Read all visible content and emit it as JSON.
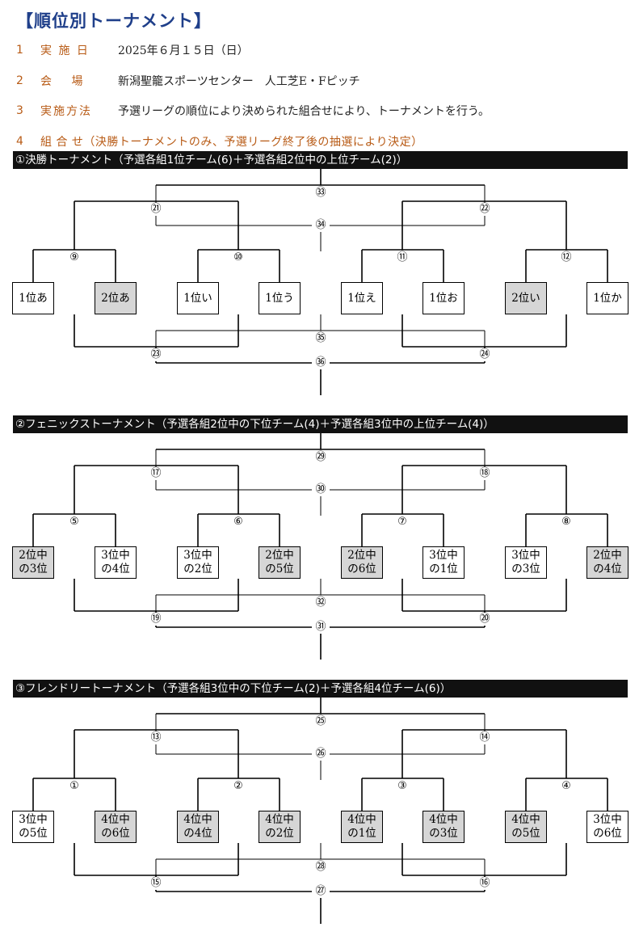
{
  "title": "【順位別トーナメント】",
  "info": [
    {
      "num": "1",
      "label": "実 施 日",
      "value": "2025年６月１５日（日）"
    },
    {
      "num": "2",
      "label": "会　 場",
      "value": "新潟聖籠スポーツセンター　人工芝E・Fピッチ"
    },
    {
      "num": "3",
      "label": "実施方法",
      "value": "予選リーグの順位により決められた組合せにより、トーナメントを行う。"
    },
    {
      "num": "4",
      "label": "組 合 せ",
      "value": "（決勝トーナメントのみ、予選リーグ終了後の抽選により決定）"
    }
  ],
  "tournaments": [
    {
      "header": "①決勝トーナメント（予選各組1位チーム(6)＋予選各組2位中の上位チーム(2)）",
      "teams": [
        {
          "label": "1位あ",
          "gray": false
        },
        {
          "label": "2位あ",
          "gray": true
        },
        {
          "label": "1位い",
          "gray": false
        },
        {
          "label": "1位う",
          "gray": false
        },
        {
          "label": "1位え",
          "gray": false
        },
        {
          "label": "1位お",
          "gray": false
        },
        {
          "label": "2位い",
          "gray": true
        },
        {
          "label": "1位か",
          "gray": false
        }
      ],
      "r1": [
        "⑨",
        "⑩",
        "⑪",
        "⑫"
      ],
      "r2": [
        "㉑",
        "㉒"
      ],
      "top_final": "㉝",
      "top_third": "㉞",
      "low_semis": [
        "㉓",
        "㉔"
      ],
      "low_mid": "㉟",
      "low_final": "㊱"
    },
    {
      "header": "②フェニックストーナメント（予選各組2位中の下位チーム(4)＋予選各組3位中の上位チーム(4)）",
      "teams": [
        {
          "label": "2位中\nの3位",
          "gray": true
        },
        {
          "label": "3位中\nの4位",
          "gray": false
        },
        {
          "label": "3位中\nの2位",
          "gray": false
        },
        {
          "label": "2位中\nの5位",
          "gray": true
        },
        {
          "label": "2位中\nの6位",
          "gray": true
        },
        {
          "label": "3位中\nの1位",
          "gray": false
        },
        {
          "label": "3位中\nの3位",
          "gray": false
        },
        {
          "label": "2位中\nの4位",
          "gray": true
        }
      ],
      "r1": [
        "⑤",
        "⑥",
        "⑦",
        "⑧"
      ],
      "r2": [
        "⑰",
        "⑱"
      ],
      "top_final": "㉙",
      "top_third": "㉚",
      "low_semis": [
        "⑲",
        "⑳"
      ],
      "low_mid": "㉜",
      "low_final": "㉛"
    },
    {
      "header": "③フレンドリートーナメント（予選各組3位中の下位チーム(2)＋予選各組4位チーム(6)）",
      "teams": [
        {
          "label": "3位中\nの5位",
          "gray": false
        },
        {
          "label": "4位中\nの6位",
          "gray": true
        },
        {
          "label": "4位中\nの4位",
          "gray": true
        },
        {
          "label": "4位中\nの2位",
          "gray": true
        },
        {
          "label": "4位中\nの1位",
          "gray": true
        },
        {
          "label": "4位中\nの3位",
          "gray": true
        },
        {
          "label": "4位中\nの5位",
          "gray": true
        },
        {
          "label": "3位中\nの6位",
          "gray": false
        }
      ],
      "r1": [
        "①",
        "②",
        "③",
        "④"
      ],
      "r2": [
        "⑬",
        "⑭"
      ],
      "top_final": "㉕",
      "top_third": "㉖",
      "low_semis": [
        "⑮",
        "⑯"
      ],
      "low_mid": "㉘",
      "low_final": "㉗"
    }
  ]
}
